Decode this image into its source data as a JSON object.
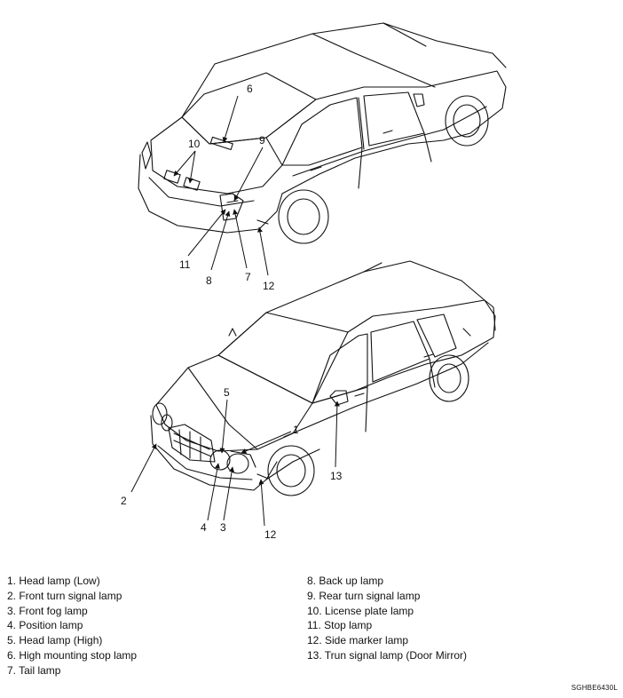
{
  "callouts_top": {
    "c6": "6",
    "c10": "10",
    "c9": "9",
    "c11": "11",
    "c8": "8",
    "c7": "7",
    "c12": "12"
  },
  "callouts_bottom": {
    "c5": "5",
    "c1": "1",
    "c13": "13",
    "c2": "2",
    "c4": "4",
    "c3": "3",
    "c12": "12"
  },
  "legend_left": [
    "1. Head lamp (Low)",
    "2. Front turn signal lamp",
    "3. Front fog lamp",
    "4. Position lamp",
    "5. Head lamp (High)",
    "6. High mounting stop lamp",
    "7. Tail lamp"
  ],
  "legend_right": [
    "8. Back up lamp",
    "9. Rear turn signal lamp",
    "10. License plate lamp",
    "11. Stop lamp",
    "12. Side marker lamp",
    "13. Trun signal lamp (Door Mirror)"
  ],
  "figure_code": "SGHBE6430L"
}
